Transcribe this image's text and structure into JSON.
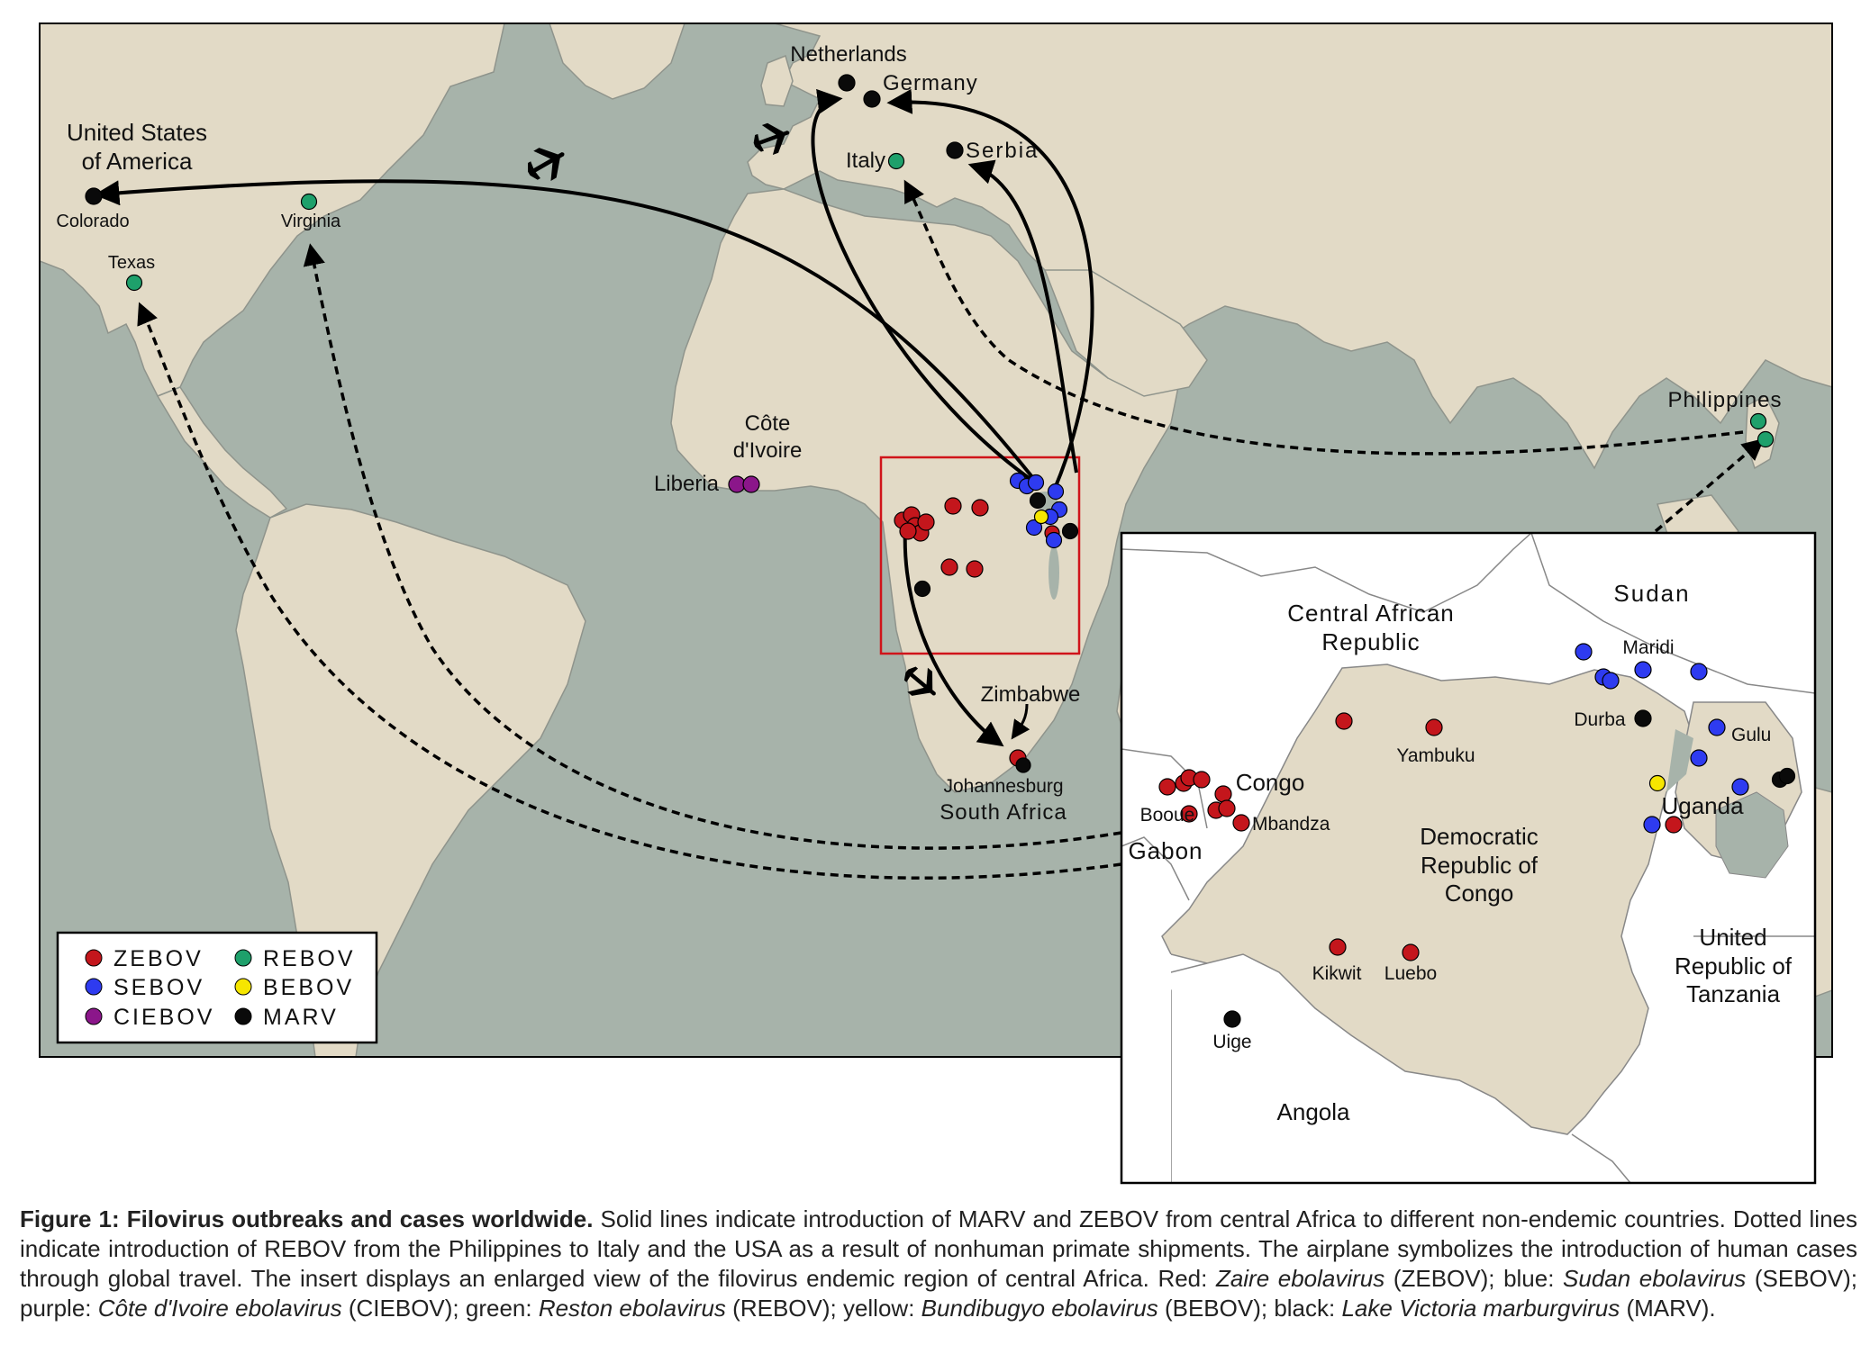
{
  "colors": {
    "ocean": "#a7b3aa",
    "land": "#e2dac6",
    "ZEBOV": "#c4161c",
    "SEBOV": "#2e3bf0",
    "CIEBOV": "#8b168a",
    "REBOV": "#1ea06b",
    "BEBOV": "#f6e600",
    "MARV": "#0a0a0a"
  },
  "map_labels": {
    "netherlands": "Netherlands",
    "germany": "Germany",
    "united_states": "United States",
    "of_america": "of America",
    "colorado": "Colorado",
    "virginia": "Virginia",
    "texas": "Texas",
    "italy": "Italy",
    "serbia": "Serbia",
    "philippines": "Philippines",
    "cote": "Côte",
    "divoire": "d'Ivoire",
    "liberia": "Liberia",
    "zimbabwe": "Zimbabwe",
    "johannesburg": "Johannesburg",
    "south_africa": "South Africa"
  },
  "inset_labels": {
    "central_african": "Central African",
    "republic": "Republic",
    "sudan": "Sudan",
    "maridi": "Maridi",
    "durba": "Durba",
    "gulu": "Gulu",
    "uganda": "Uganda",
    "yambuku": "Yambuku",
    "congo": "Congo",
    "booue": "Booue",
    "mbandza": "Mbandza",
    "gabon": "Gabon",
    "democratic": "Democratic",
    "republic_of": "Republic of",
    "congo_drc": "Congo",
    "united": "United",
    "republic_of2": "Republic of",
    "tanzania": "Tanzania",
    "kikwit": "Kikwit",
    "luebo": "Luebo",
    "uige": "Uige",
    "angola": "Angola"
  },
  "legend": [
    {
      "label": "ZEBOV",
      "color": "#c4161c"
    },
    {
      "label": "SEBOV",
      "color": "#2e3bf0"
    },
    {
      "label": "CIEBOV",
      "color": "#8b168a"
    },
    {
      "label": "REBOV",
      "color": "#1ea06b"
    },
    {
      "label": "BEBOV",
      "color": "#f6e600"
    },
    {
      "label": "MARV",
      "color": "#0a0a0a"
    }
  ],
  "caption": {
    "title": "Figure 1: Filovirus outbreaks and cases worldwide.",
    "t1": " Solid lines indicate introduction of MARV and ZEBOV from central Africa to different non-endemic countries. Dotted lines indicate introduction of REBOV from the Philippines to Italy and the USA as a result of nonhuman primate shipments. The airplane symbolizes the introduction of human cases through global travel. The insert displays an enlarged view of the filovirus endemic region of central Africa. Red: ",
    "i1": "Zaire ebolavirus",
    "t2": " (ZEBOV); blue: ",
    "i2": "Sudan ebolavirus",
    "t3": " (SEBOV); purple: ",
    "i3": "Côte d'Ivoire ebolavirus",
    "t4": " (CIEBOV); green: ",
    "i4": "Reston ebolavirus",
    "t5": " (REBOV); yellow: ",
    "i5": "Bundibugyo ebolavirus",
    "t6": " (BEBOV); black: ",
    "i6": "Lake Victoria marburgvirus",
    "t7": " (MARV)."
  }
}
